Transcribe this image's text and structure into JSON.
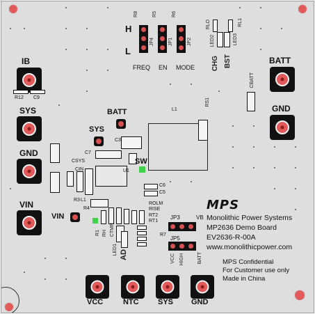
{
  "silkscreen": {
    "ib": "IB",
    "batt_top_right": "BATT",
    "gnd_right": "GND",
    "sys_left": "SYS",
    "gnd_left": "GND",
    "vin_left": "VIN",
    "vin_small": "VIN",
    "batt_center": "BATT",
    "sys_center": "SYS",
    "sw": "SW",
    "l1_big": "L1",
    "rs1": "RS1",
    "cbatt": "CBATT",
    "chg": "CHG",
    "bst": "BST",
    "led2": "LED2",
    "led3": "LED3",
    "rlo": "RLO",
    "rl1": "RL1",
    "h": "H",
    "l": "L",
    "r8": "R8",
    "r5": "R5",
    "r6": "R6",
    "jp4": "JP4",
    "jp1": "JP1",
    "jp2": "JP2",
    "freq": "FREQ",
    "en": "EN",
    "mode": "MODE",
    "r12": "R12",
    "c9": "C9",
    "c7": "C7",
    "c3": "C3",
    "u1": "U1",
    "csys": "CSYS",
    "cin": "CIN",
    "c6": "C6",
    "c5": "C5",
    "r3": "R3",
    "l1_small": "L1",
    "r4": "R4",
    "rolm": "ROLM",
    "rise": "RISE",
    "rt2": "RT2",
    "rt1": "RT1",
    "r7": "R7",
    "r1": "R1",
    "rh": "RH",
    "ctmr": "CTMR",
    "led1": "LED1",
    "ad": "AD",
    "jp3": "JP3",
    "vb": "VB",
    "jp5": "JP5",
    "vcc_v": "VCC",
    "high_v": "HIGH",
    "batt_v": "BATT",
    "vcc_bottom": "VCC",
    "ntc_bottom": "NTC",
    "sys_bottom": "SYS",
    "gnd_bottom": "GND"
  },
  "info": {
    "logo": "MPS",
    "company": "Monolithic Power Systems",
    "board": "MP2636 Demo Board",
    "part": "EV2636-R-00A",
    "website": "www.monolithicpower.com",
    "conf1": "MPS Confidential",
    "conf2": "For Customer use only",
    "conf3": "Made in China"
  },
  "colors": {
    "board": "#dedede",
    "pad_ring": "#e25a5a",
    "sw_marker": "#3ed14a"
  }
}
